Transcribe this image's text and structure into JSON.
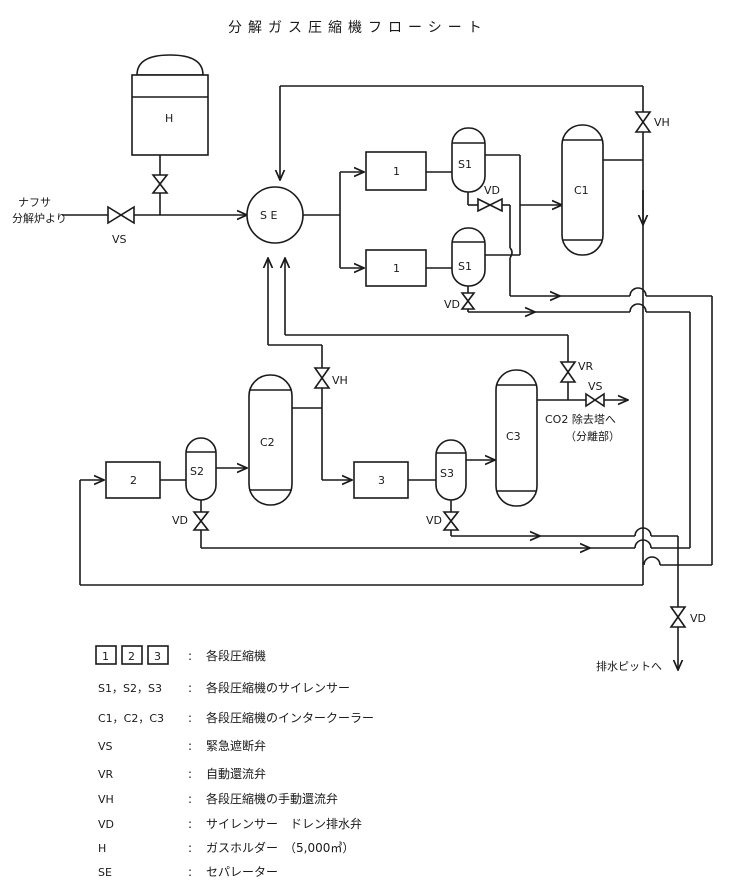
{
  "title": "分解ガス圧縮機フローシート",
  "labels": {
    "naphtha_1": "ナフサ",
    "naphtha_2": "分解炉より",
    "holder": "H",
    "separator": "S E",
    "comp1a": "1",
    "comp1b": "1",
    "comp2": "2",
    "comp3": "3",
    "s1a": "S1",
    "s1b": "S1",
    "s2": "S2",
    "s3": "S3",
    "c1": "C1",
    "c2": "C2",
    "c3": "C3",
    "vs_inlet": "VS",
    "vh_top": "VH",
    "vd_s1a": "VD",
    "vd_s1b": "VD",
    "vh_mid": "VH",
    "vr": "VR",
    "vs_out": "VS",
    "co2_line1": "CO2 除去塔へ",
    "co2_line2": "（分離部）",
    "vd_s2": "VD",
    "vd_s3": "VD",
    "vd_drain": "VD",
    "drain_pit": "排水ピットへ"
  },
  "legend": {
    "comp_keys": [
      "1",
      "2",
      "3"
    ],
    "comp_desc": "各段圧縮機",
    "rows": [
      {
        "key": "S1，S2，S3",
        "desc": "各段圧縮機のサイレンサー"
      },
      {
        "key": "C1，C2，C3",
        "desc": "各段圧縮機のインタークーラー"
      },
      {
        "key": "VS",
        "desc": "緊急遮断弁"
      },
      {
        "key": "VR",
        "desc": "自動還流弁"
      },
      {
        "key": "VH",
        "desc": "各段圧縮機の手動還流弁"
      },
      {
        "key": "VD",
        "desc": "サイレンサー　ドレン排水弁"
      },
      {
        "key": "H",
        "desc": "ガスホルダー　（5,000㎥）"
      },
      {
        "key": "SE",
        "desc": "セパレーター"
      }
    ]
  }
}
